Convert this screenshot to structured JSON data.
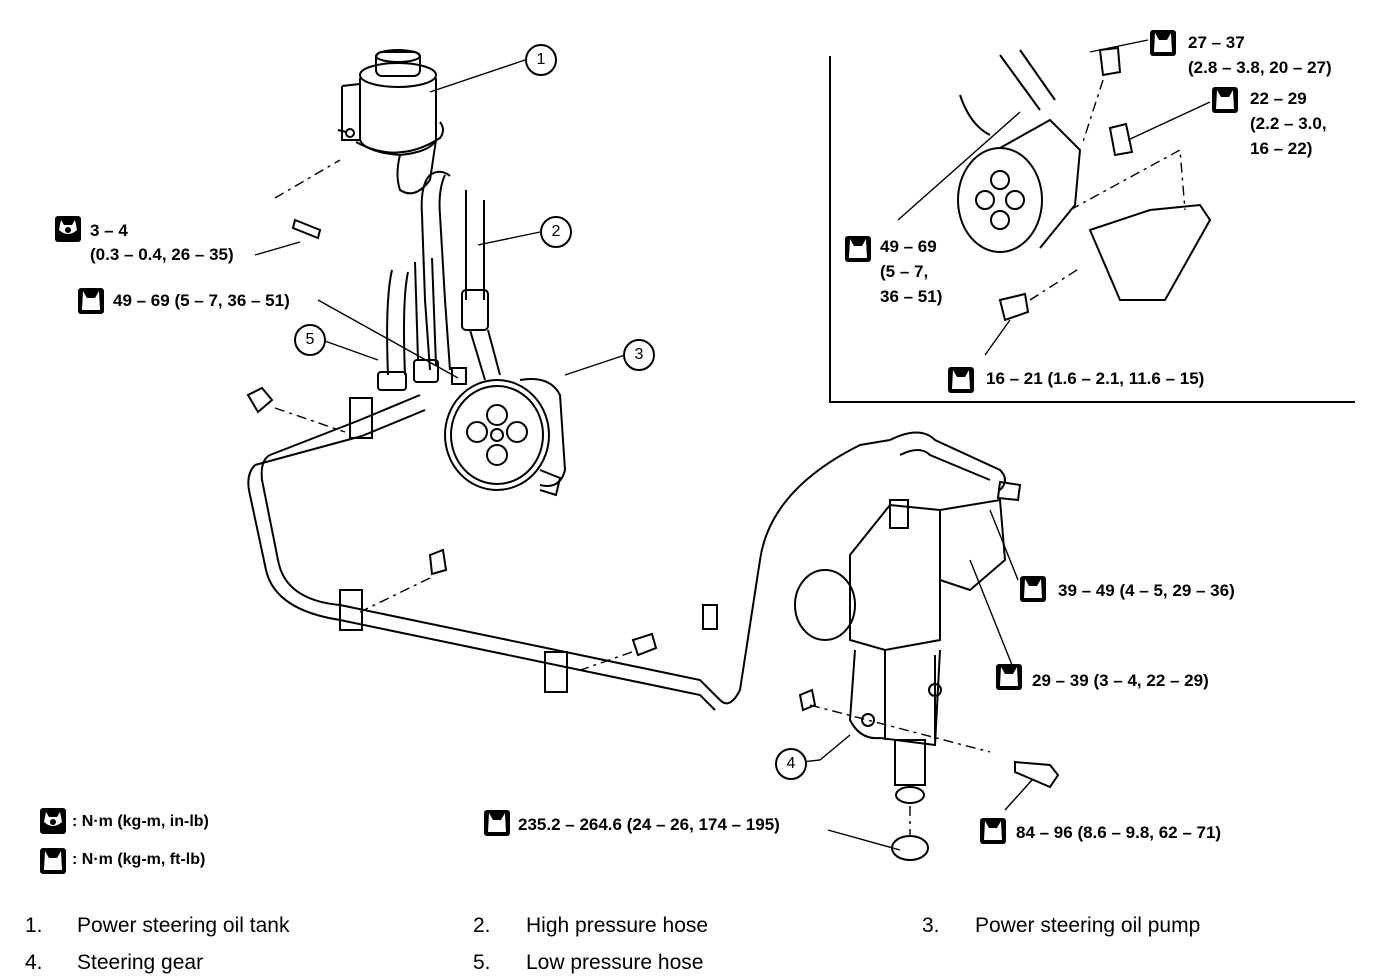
{
  "torques": {
    "t1": {
      "line1": "3 – 4",
      "line2": "(0.3 – 0.4, 26 – 35)"
    },
    "t2": {
      "line1": "49 – 69 (5 – 7, 36 – 51)"
    },
    "t3": {
      "line1": "27 – 37",
      "line2": "(2.8 – 3.8, 20 – 27)"
    },
    "t4": {
      "line1": "22 – 29",
      "line2": "(2.2 – 3.0,",
      "line3": "16 – 22)"
    },
    "t5": {
      "line1": "49 – 69",
      "line2": "(5 – 7,",
      "line3": "36 – 51)"
    },
    "t6": {
      "line1": "16 – 21 (1.6 – 2.1, 11.6 – 15)"
    },
    "t7": {
      "line1": "39 – 49 (4 – 5, 29 – 36)"
    },
    "t8": {
      "line1": "29 – 39 (3 – 4, 22 – 29)"
    },
    "t9": {
      "line1": "235.2 – 264.6 (24 – 26, 174 – 195)"
    },
    "t10": {
      "line1": "84 – 96 (8.6 – 9.8, 62 – 71)"
    }
  },
  "callouts": [
    "1",
    "2",
    "3",
    "4",
    "5"
  ],
  "legend": {
    "inlb": ": N·m (kg-m, in-lb)",
    "ftlb": ": N·m (kg-m, ft-lb)"
  },
  "parts": [
    {
      "num": "1.",
      "name": "Power steering oil tank"
    },
    {
      "num": "2.",
      "name": "High pressure hose"
    },
    {
      "num": "3.",
      "name": "Power steering oil pump"
    },
    {
      "num": "4.",
      "name": "Steering gear"
    },
    {
      "num": "5.",
      "name": "Low pressure hose"
    }
  ],
  "icons": {
    "inlb": "wrench-in-lb-icon",
    "ftlb": "wrench-ft-lb-icon"
  }
}
